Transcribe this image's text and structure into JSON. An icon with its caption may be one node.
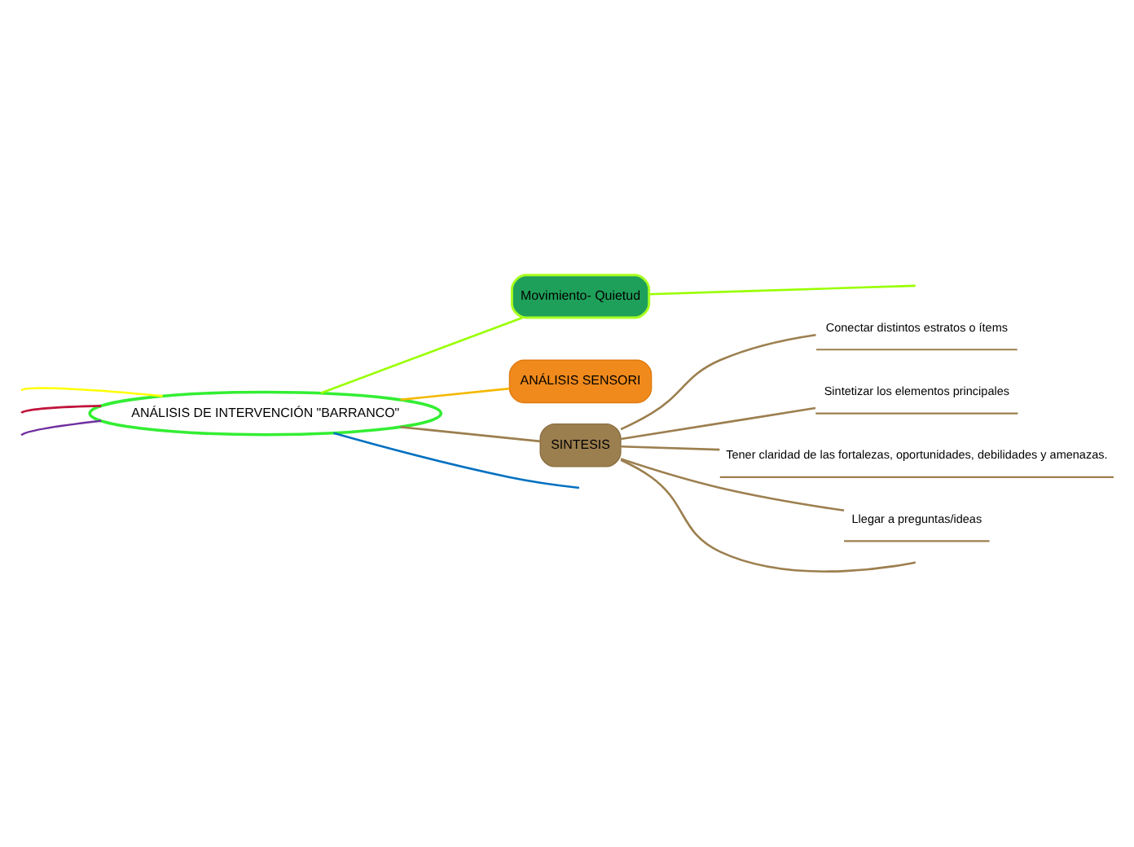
{
  "diagram": {
    "nodes": [
      {
        "text": [
          "ANÁLISIS DE INTERVENCIÓN \"BARRANCO\""
        ]
      },
      {
        "text": [
          "Movimiento- Quietud"
        ]
      },
      {
        "text": [
          "ANÁLISIS SENSORI"
        ]
      },
      {
        "text": [
          "SINTESIS"
        ]
      },
      {
        "text": [
          "Conectar distintos estratos o ítems"
        ]
      },
      {
        "text": [
          "Sintetizar los elementos principales"
        ]
      },
      {
        "text": [
          "Tener claridad de las fortalezas, oportunidades, debilidades y amenazas."
        ]
      },
      {
        "text": [
          "Llegar a preguntas/ideas"
        ]
      }
    ],
    "edges": [
      {
        "from": 0,
        "to": null,
        "arrow": "none",
        "color": "#0070c0"
      },
      {
        "from": 0,
        "to": null,
        "arrow": "none",
        "color": "#ffff00"
      },
      {
        "from": 0,
        "to": 1,
        "arrow": "none",
        "color": "#99ff00"
      },
      {
        "from": 1,
        "to": null,
        "arrow": "none",
        "color": "#99ff00"
      },
      {
        "from": 0,
        "to": null,
        "arrow": "none",
        "color": "#7030a0"
      },
      {
        "from": 0,
        "to": 2,
        "arrow": "none",
        "color": "#f5b800"
      },
      {
        "from": 0,
        "to": null,
        "arrow": "none",
        "color": "#c0143c"
      },
      {
        "from": 0,
        "to": 3,
        "arrow": "none",
        "color": "#9c7f4f"
      },
      {
        "from": 3,
        "to": 4,
        "arrow": "none",
        "color": "#9c7f4f"
      },
      {
        "from": 3,
        "to": 5,
        "arrow": "none",
        "color": "#9c7f4f"
      },
      {
        "from": 3,
        "to": 6,
        "arrow": "none",
        "color": "#9c7f4f"
      },
      {
        "from": 3,
        "to": 7,
        "arrow": "none",
        "color": "#9c7f4f"
      },
      {
        "from": 3,
        "to": null,
        "arrow": "none",
        "color": "#9c7f4f"
      }
    ]
  }
}
